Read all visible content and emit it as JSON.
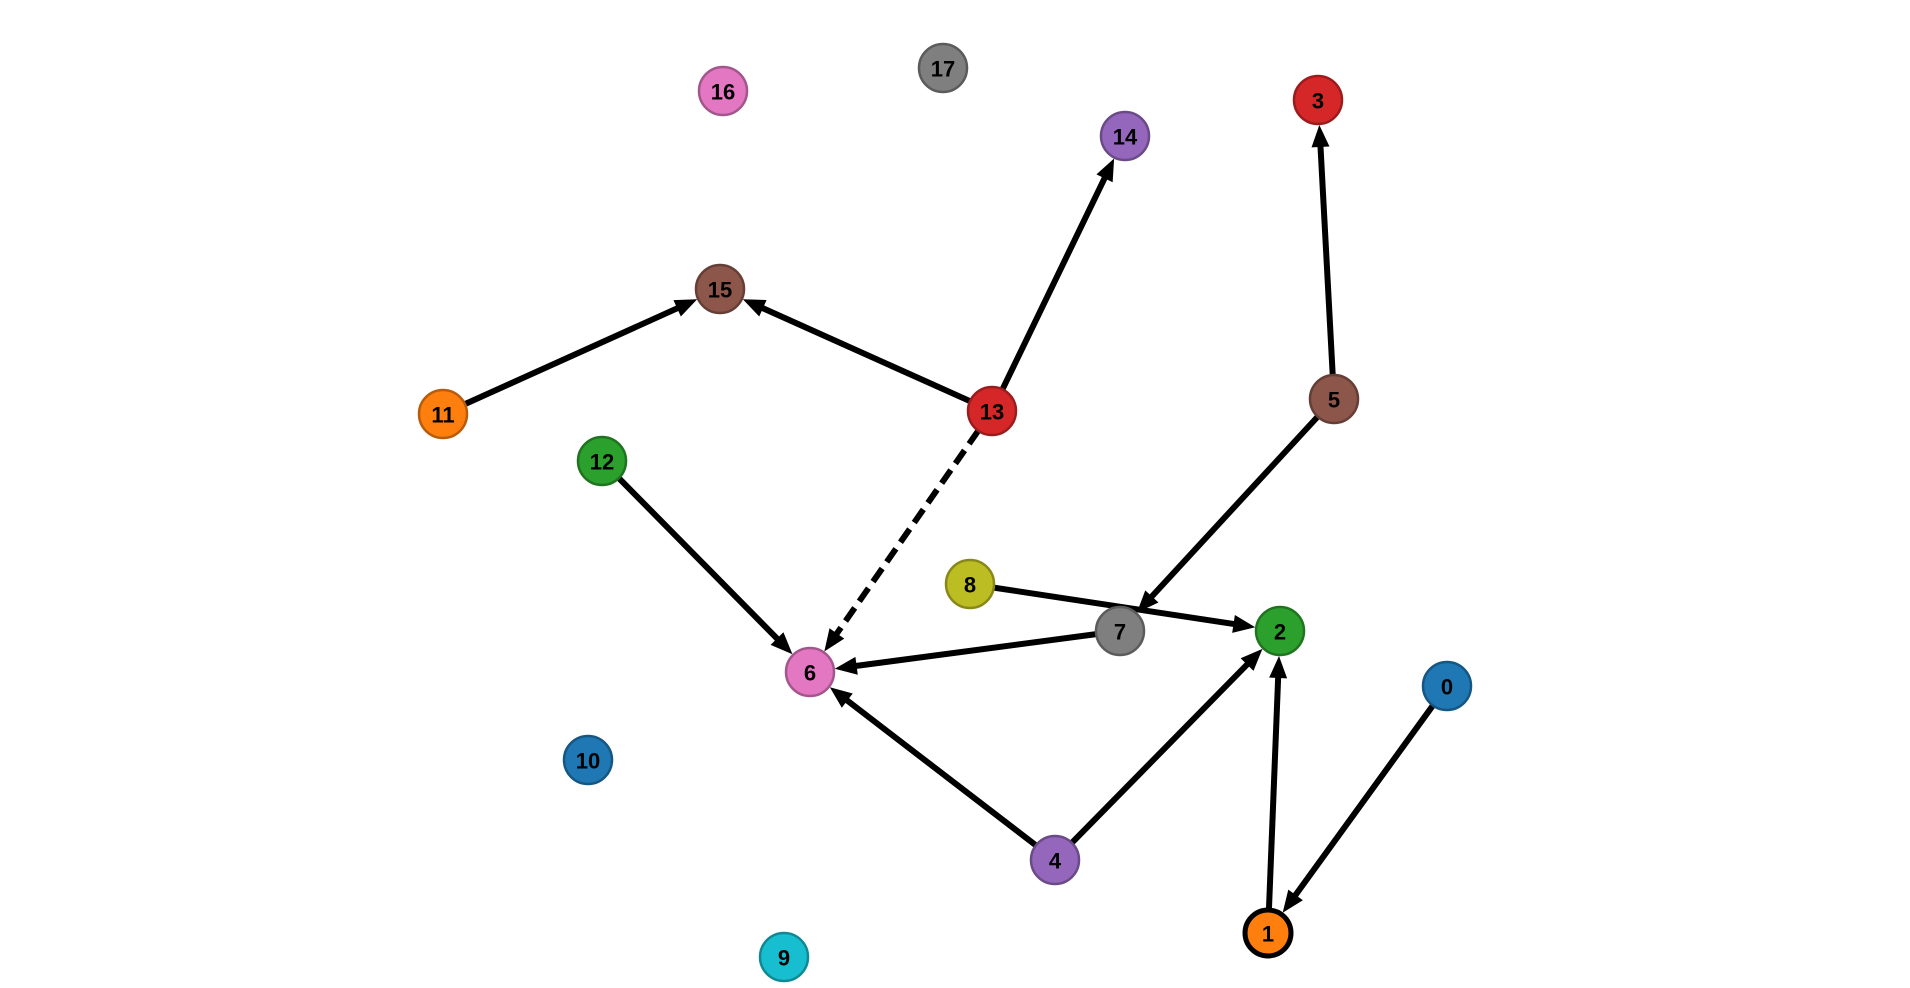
{
  "nodes": [
    {
      "id": "0",
      "label": "0",
      "color": "#1f77b4"
    },
    {
      "id": "1",
      "label": "1",
      "color": "#ff7f0e",
      "highlighted": true
    },
    {
      "id": "2",
      "label": "2",
      "color": "#2ca02c"
    },
    {
      "id": "3",
      "label": "3",
      "color": "#d62728"
    },
    {
      "id": "4",
      "label": "4",
      "color": "#9467bd"
    },
    {
      "id": "5",
      "label": "5",
      "color": "#8c564b"
    },
    {
      "id": "6",
      "label": "6",
      "color": "#e377c2"
    },
    {
      "id": "7",
      "label": "7",
      "color": "#7f7f7f"
    },
    {
      "id": "8",
      "label": "8",
      "color": "#bcbd22"
    },
    {
      "id": "9",
      "label": "9",
      "color": "#17becf"
    },
    {
      "id": "10",
      "label": "10",
      "color": "#1f77b4"
    },
    {
      "id": "11",
      "label": "11",
      "color": "#ff7f0e"
    },
    {
      "id": "12",
      "label": "12",
      "color": "#2ca02c"
    },
    {
      "id": "13",
      "label": "13",
      "color": "#d62728"
    },
    {
      "id": "14",
      "label": "14",
      "color": "#9467bd"
    },
    {
      "id": "15",
      "label": "15",
      "color": "#8c564b"
    },
    {
      "id": "16",
      "label": "16",
      "color": "#e377c2"
    },
    {
      "id": "17",
      "label": "17",
      "color": "#7f7f7f"
    }
  ],
  "edges": [
    {
      "from": "0",
      "to": "1",
      "style": "solid"
    },
    {
      "from": "1",
      "to": "2",
      "style": "solid"
    },
    {
      "from": "4",
      "to": "2",
      "style": "solid"
    },
    {
      "from": "4",
      "to": "6",
      "style": "solid"
    },
    {
      "from": "5",
      "to": "3",
      "style": "solid"
    },
    {
      "from": "5",
      "to": "7",
      "style": "solid"
    },
    {
      "from": "7",
      "to": "6",
      "style": "solid"
    },
    {
      "from": "8",
      "to": "2",
      "style": "solid"
    },
    {
      "from": "11",
      "to": "15",
      "style": "solid"
    },
    {
      "from": "12",
      "to": "6",
      "style": "solid"
    },
    {
      "from": "13",
      "to": "6",
      "style": "dashed"
    },
    {
      "from": "13",
      "to": "14",
      "style": "solid"
    },
    {
      "from": "13",
      "to": "15",
      "style": "solid"
    }
  ]
}
